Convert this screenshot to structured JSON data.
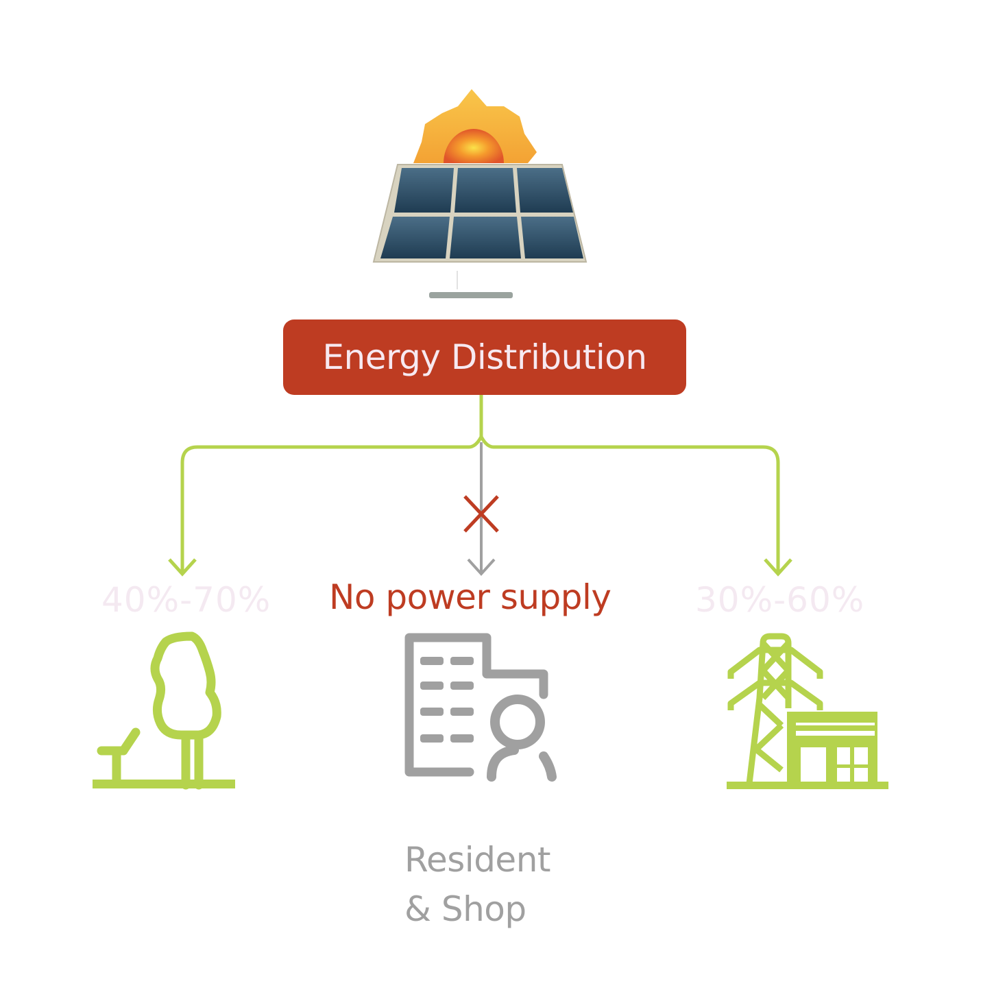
{
  "diagram": {
    "title": "Energy Distribution",
    "source": {
      "name": "Solar panel",
      "icon": "solar-panel-with-sun-icon"
    },
    "branches": [
      {
        "id": "left",
        "label": "40%-70%",
        "icon": "park-tree-bench-icon",
        "status": "supplied",
        "color": "#b5d34d"
      },
      {
        "id": "center",
        "label": "No power supply",
        "icon": "building-resident-icon",
        "status": "blocked",
        "blocked_marker": "red-x-icon",
        "caption": [
          "Resident",
          "& Shop"
        ],
        "color": "#a0a0a0"
      },
      {
        "id": "right",
        "label": "30%-60%",
        "icon": "power-tower-utility-icon",
        "status": "supplied",
        "color": "#b5d34d"
      }
    ]
  },
  "colors": {
    "accent_red": "#be3c22",
    "green": "#b5d34d",
    "gray": "#a0a0a0",
    "faint_pink": "#f4e9f1"
  }
}
